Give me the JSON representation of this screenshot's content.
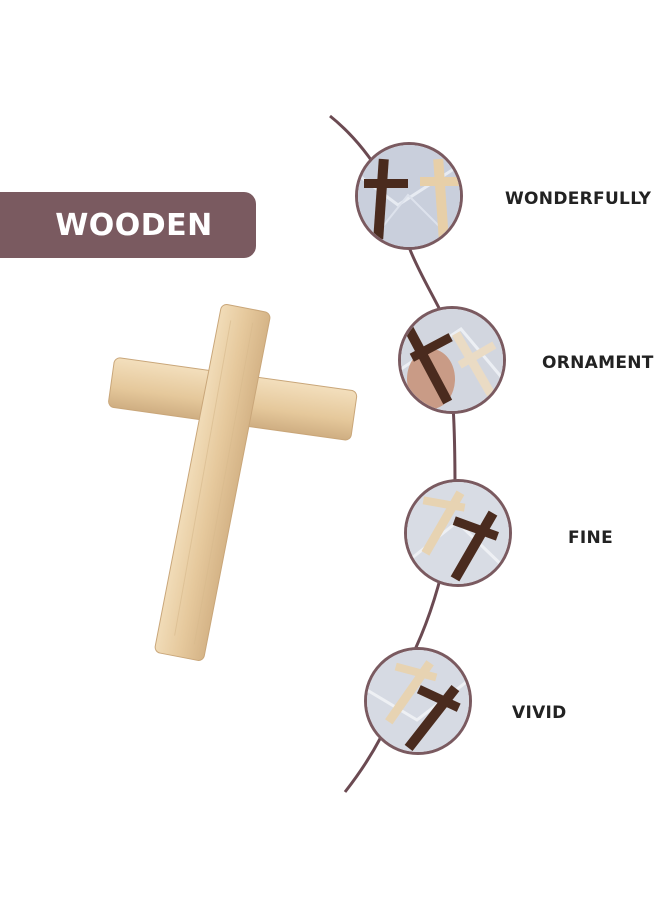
{
  "banner": {
    "label": "WOODEN"
  },
  "features": [
    {
      "label": "WONDERFULLY"
    },
    {
      "label": "ORNAMENT"
    },
    {
      "label": "FINE"
    },
    {
      "label": "VIVID"
    }
  ],
  "colors": {
    "banner_bg": "#7a5a60",
    "curve": "#6b4a52",
    "light_wood": "#e7cfa8",
    "dark_wood": "#4a2b1e"
  }
}
